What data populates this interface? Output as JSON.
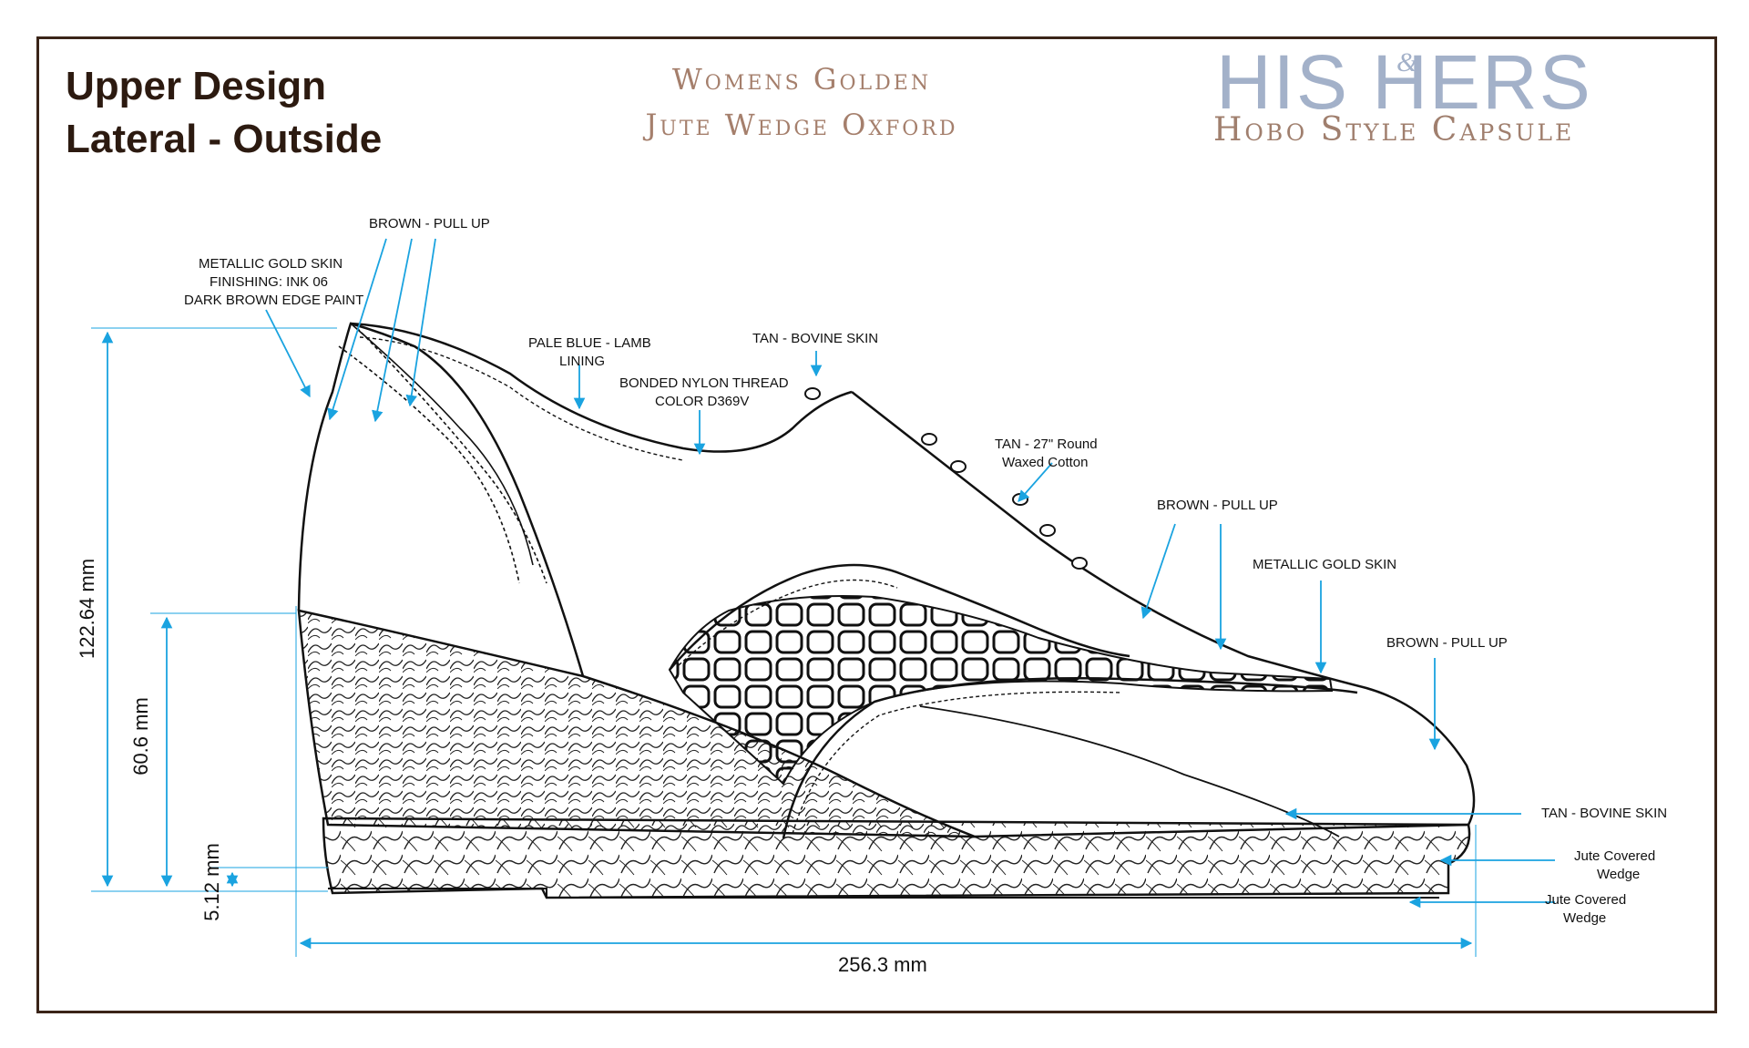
{
  "header": {
    "title_line1": "Upper Design",
    "title_line2": "Lateral - Outside",
    "product_line1": "Womens Golden",
    "product_line2": "Jute Wedge Oxford",
    "brand_his_hers": "HIS HERS",
    "brand_amp": "&",
    "brand_sub": "Hobo Style Capsule"
  },
  "callouts": {
    "brown_pull_up_1": "BROWN - PULL UP",
    "metallic_gold_1": "METALLIC GOLD SKIN",
    "finishing": "FINISHING: INK 06",
    "edge_paint": "DARK BROWN EDGE PAINT",
    "lining_1": "PALE BLUE - LAMB",
    "lining_2": "LINING",
    "tan_bovine_1": "TAN - BOVINE SKIN",
    "thread_1": "BONDED NYLON THREAD",
    "thread_2": "COLOR D369V",
    "lace_1": "TAN - 27\" Round",
    "lace_2": "Waxed Cotton",
    "brown_pull_up_2": "BROWN - PULL UP",
    "metallic_gold_2": "METALLIC GOLD SKIN",
    "brown_pull_up_3": "BROWN - PULL UP",
    "tan_bovine_2": "TAN - BOVINE SKIN",
    "jute_1a": "Jute Covered",
    "jute_1b": "Wedge",
    "jute_2a": "Jute Covered",
    "jute_2b": "Wedge"
  },
  "dimensions": {
    "total_height": "122.64 mm",
    "wedge_height": "60.6 mm",
    "sole_height": "5.12 mm",
    "length": "256.3 mm"
  },
  "colors": {
    "dimension_line": "#1aa3e0",
    "frame": "#3a2418",
    "title": "#2c1a10",
    "product_title": "#a57f6c",
    "brand_main": "#a3b1c9",
    "brand_sub": "#a07f6e"
  }
}
